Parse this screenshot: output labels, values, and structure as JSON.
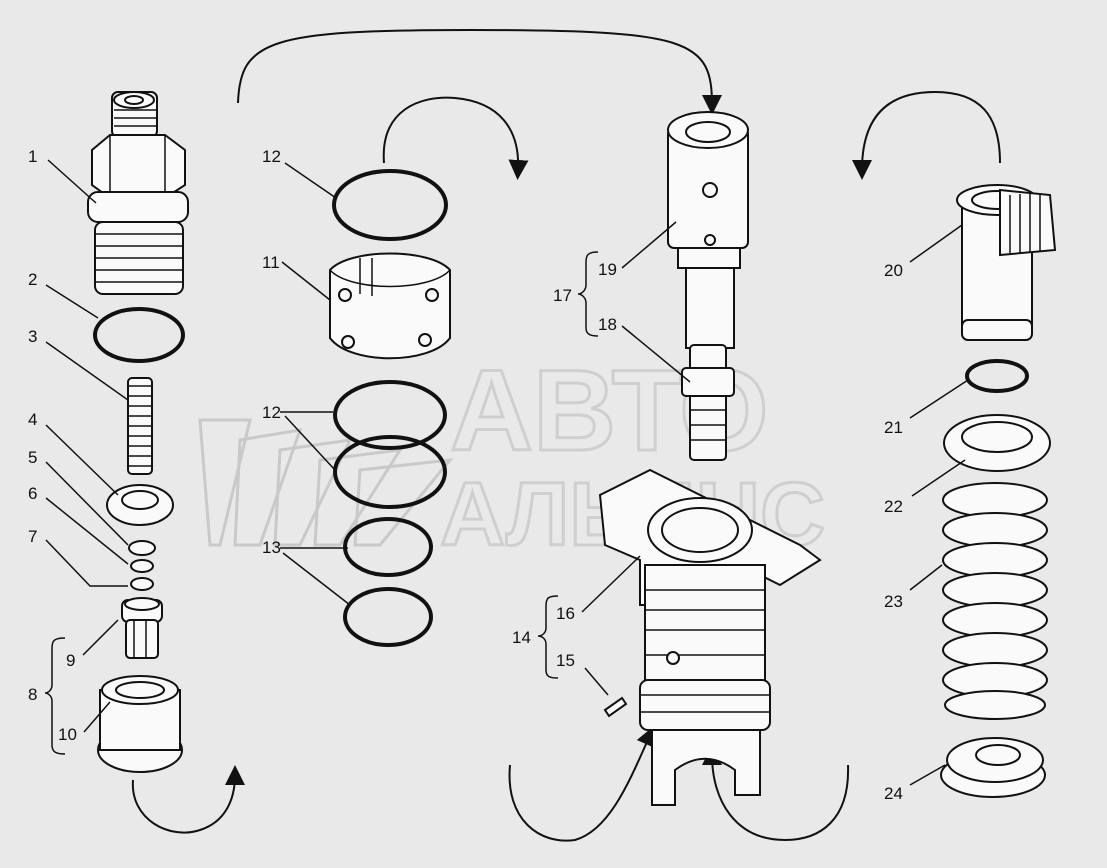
{
  "watermark": {
    "line1": "АВТО",
    "line2": "АЛЬЯНС"
  },
  "callouts": {
    "c1": "1",
    "c2": "2",
    "c3": "3",
    "c4": "4",
    "c5": "5",
    "c6": "6",
    "c7": "7",
    "c8": "8",
    "c9": "9",
    "c10": "10",
    "c11": "11",
    "c12a": "12",
    "c12b": "12",
    "c13": "13",
    "c14": "14",
    "c15": "15",
    "c16": "16",
    "c17": "17",
    "c18": "18",
    "c19": "19",
    "c20": "20",
    "c21": "21",
    "c22": "22",
    "c23": "23",
    "c24": "24"
  }
}
